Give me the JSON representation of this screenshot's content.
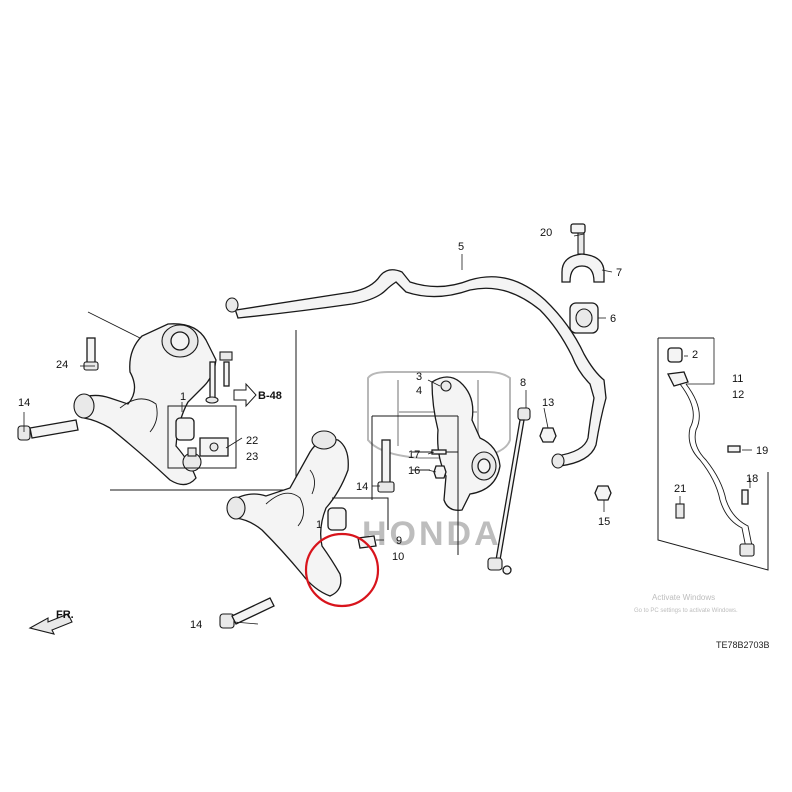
{
  "callouts": {
    "c1a": "1",
    "c1b": "1",
    "c2": "2",
    "c3": "3",
    "c4": "4",
    "c5": "5",
    "c6": "6",
    "c7": "7",
    "c8": "8",
    "c9": "9",
    "c10": "10",
    "c11": "11",
    "c12": "12",
    "c13": "13",
    "c14a": "14",
    "c14b": "14",
    "c14c": "14",
    "c15": "15",
    "c16": "16",
    "c17": "17",
    "c18": "18",
    "c19": "19",
    "c20": "20",
    "c21": "21",
    "c22": "22",
    "c23": "23",
    "c24": "24"
  },
  "reference": "B-48",
  "front_marker": "FR.",
  "diagram_code": "TE78B2703B",
  "watermark": {
    "title": "Activate Windows",
    "subtitle": "Go to PC settings to activate Windows."
  },
  "colors": {
    "highlight": "#d8141c",
    "line": "#1a1a1a",
    "watermark": "#bdbdbd"
  }
}
